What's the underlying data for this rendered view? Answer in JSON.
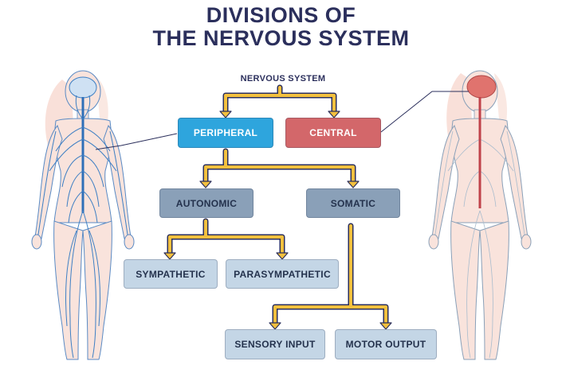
{
  "title": {
    "line1": "DIVISIONS OF",
    "line2": "THE NERVOUS SYSTEM"
  },
  "root": "NERVOUS SYSTEM",
  "nodes": {
    "peripheral": "PERIPHERAL",
    "central": "CENTRAL",
    "autonomic": "AUTONOMIC",
    "somatic": "SOMATIC",
    "sympathetic": "SYMPATHETIC",
    "parasympathetic": "PARASYMPATHETIC",
    "sensory_input": "SENSORY INPUT",
    "motor_output": "MOTOR OUTPUT"
  },
  "colors": {
    "title": "#2b2f5c",
    "peripheral": "#2ea5dd",
    "central": "#d3676a",
    "mid_level": "#8aa0b8",
    "leaf_level": "#c4d6e6",
    "arrow": "#f3c03e",
    "nerve_blue": "#3d7fc4",
    "skin_pink": "#f6d9d3"
  },
  "illustrations": {
    "left": "body-figure-peripheral-nerves",
    "right": "body-figure-central-nervous-system"
  }
}
